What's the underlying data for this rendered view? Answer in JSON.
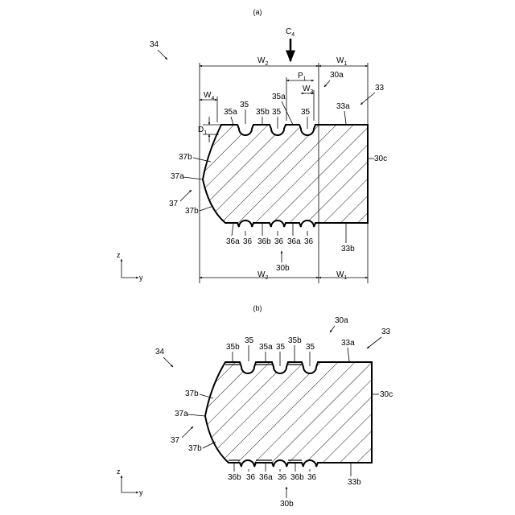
{
  "panel_a": {
    "caption": "(a)",
    "force": "C",
    "force_sub": "4",
    "label_34": "34",
    "label_33": "33",
    "label_33a": "33a",
    "label_33b": "33b",
    "label_30a": "30a",
    "label_30b": "30b",
    "label_30c": "30c",
    "label_37": "37",
    "label_37a": "37a",
    "label_37b_top": "37b",
    "label_37b_bot": "37b",
    "top_labels": [
      "35a",
      "35",
      "35b",
      "35",
      "35a",
      "35"
    ],
    "bottom_labels": [
      "36a",
      "36",
      "36b",
      "36",
      "36a",
      "36"
    ],
    "dim_W2_top": "W",
    "dim_W2_top_sub": "2",
    "dim_W1_top": "W",
    "dim_W1_top_sub": "1",
    "dim_P1": "P",
    "dim_P1_sub": "1",
    "dim_W3": "W",
    "dim_W3_sub": "3",
    "dim_W4": "W",
    "dim_W4_sub": "4",
    "dim_D1": "D",
    "dim_D1_sub": "1",
    "dim_W2_bot": "W",
    "dim_W2_bot_sub": "2",
    "dim_W1_bot": "W",
    "dim_W1_bot_sub": "1",
    "axis_z": "z",
    "axis_y": "y"
  },
  "panel_b": {
    "caption": "(b)",
    "label_34": "34",
    "label_33": "33",
    "label_33a": "33a",
    "label_33b": "33b",
    "label_30a": "30a",
    "label_30b": "30b",
    "label_30c": "30c",
    "label_37": "37",
    "label_37a": "37a",
    "label_37b_top": "37b",
    "label_37b_bot": "37b",
    "top_labels": [
      "35b",
      "35",
      "35a",
      "35",
      "35b",
      "35"
    ],
    "bottom_labels": [
      "36b",
      "36",
      "36a",
      "36",
      "36b",
      "36"
    ],
    "axis_z": "z",
    "axis_y": "y"
  }
}
